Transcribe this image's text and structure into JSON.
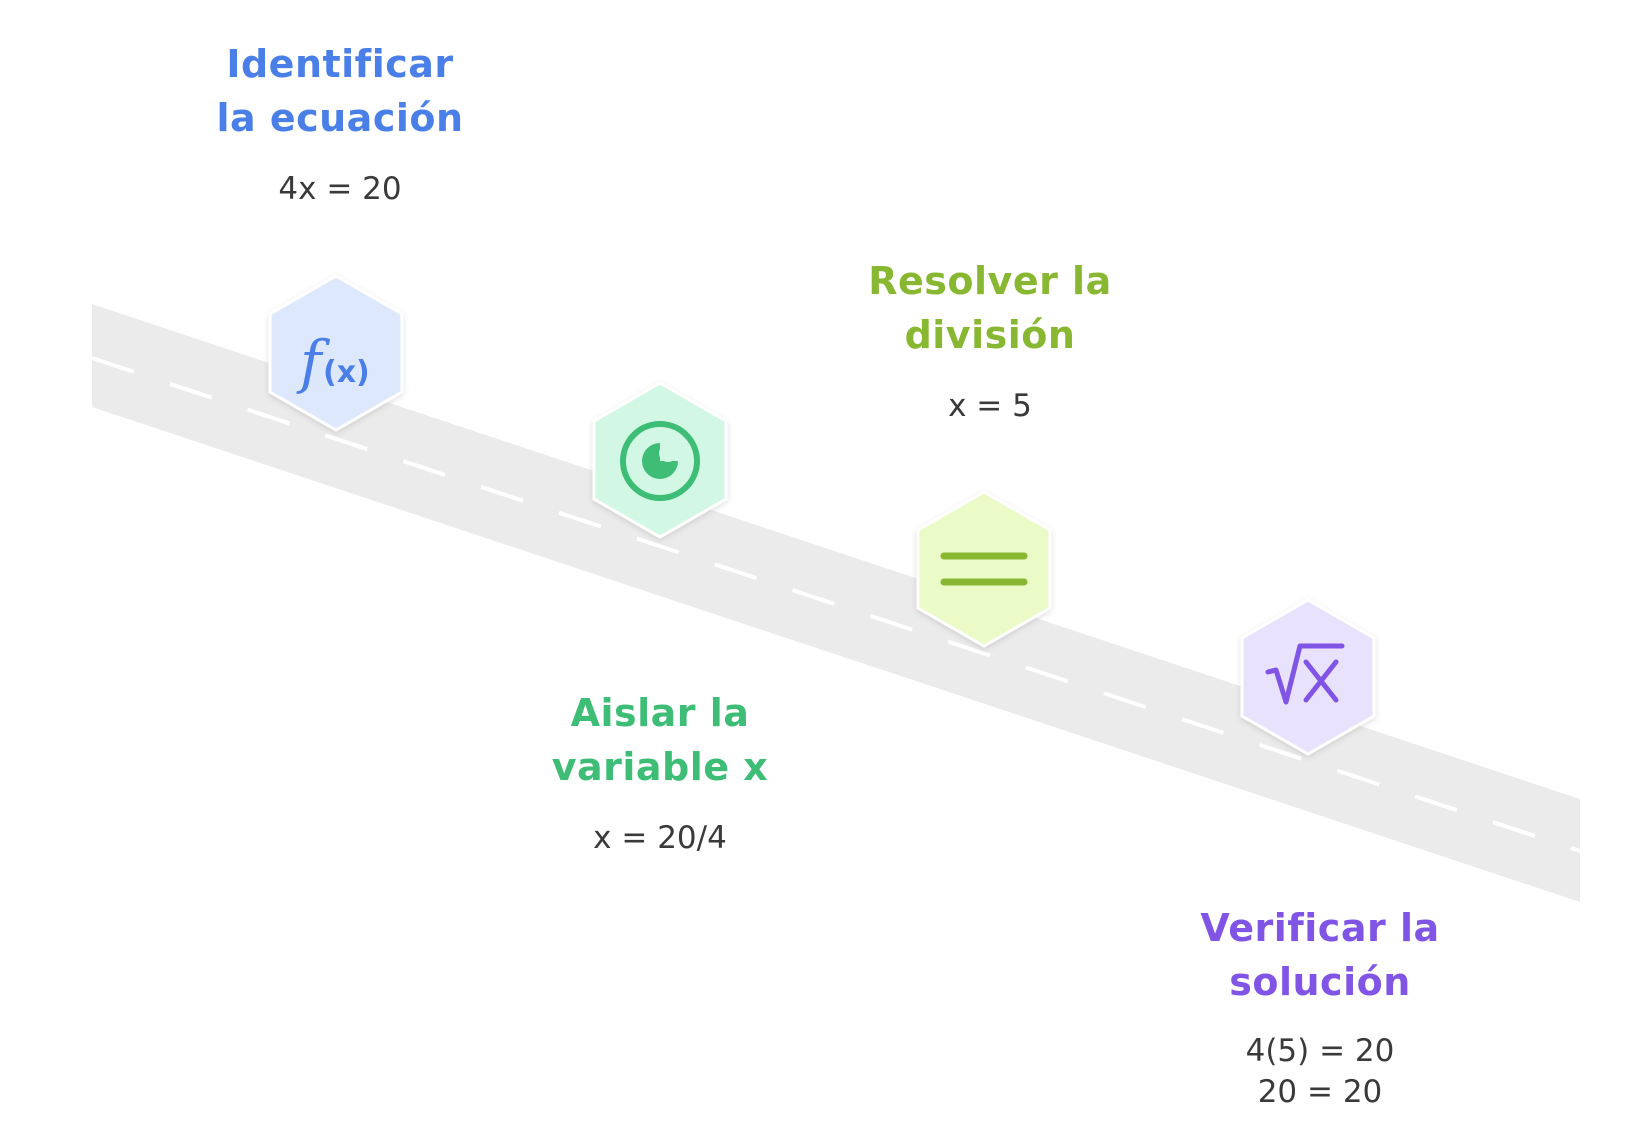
{
  "steps": [
    {
      "title_line1": "Identificar",
      "title_line2": "la ecuación",
      "equation_lines": [
        "4x = 20"
      ],
      "icon": "function-icon",
      "color": "#4a7fe8",
      "hex_fill": "#dde8fc"
    },
    {
      "title_line1": "Aislar la",
      "title_line2": "variable x",
      "equation_lines": [
        "x = 20/4"
      ],
      "icon": "target-icon",
      "color": "#3dbd75",
      "hex_fill": "#d2f7e4"
    },
    {
      "title_line1": "Resolver la",
      "title_line2": "división",
      "equation_lines": [
        "x = 5"
      ],
      "icon": "equals-icon",
      "color": "#88b731",
      "hex_fill": "#eafbc8"
    },
    {
      "title_line1": "Verificar la",
      "title_line2": "solución",
      "equation_lines": [
        "4(5) = 20",
        "20 = 20"
      ],
      "icon": "square-root-icon",
      "color": "#8055e6",
      "hex_fill": "#e8e2fd"
    }
  ],
  "road_color": "#ebebeb",
  "road_dash_color": "#ffffff"
}
